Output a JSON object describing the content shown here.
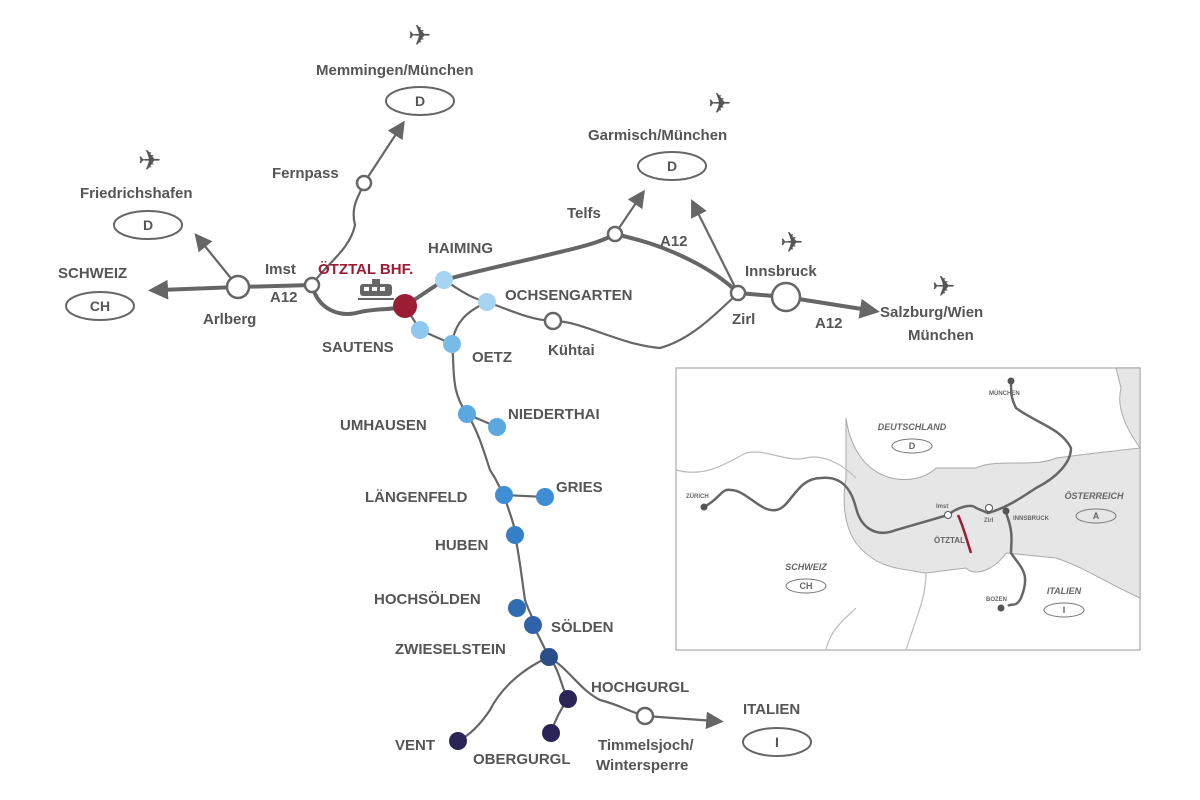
{
  "colors": {
    "accent": "#9b1c35",
    "road": "#666666",
    "light": "#a6d4f2",
    "mid": "#5aa8df",
    "dark": "#2f6db3",
    "deep": "#2b2456"
  },
  "main": {
    "station": "ÖTZTAL BHF.",
    "places": {
      "haiming": "HAIMING",
      "ochsengarten": "OCHSENGARTEN",
      "sautens": "SAUTENS",
      "oetz": "OETZ",
      "umhausen": "UMHAUSEN",
      "niederthai": "NIEDERTHAI",
      "laengenfeld": "LÄNGENFELD",
      "gries": "GRIES",
      "huben": "HUBEN",
      "hochsoelden": "HOCHSÖLDEN",
      "soelden": "SÖLDEN",
      "zwieselstein": "ZWIESELSTEIN",
      "hochgurgl": "HOCHGURGL",
      "vent": "VENT",
      "obergurgl": "OBERGURGL"
    },
    "towns": {
      "imst": "Imst",
      "arlberg": "Arlberg",
      "fernpass": "Fernpass",
      "telfs": "Telfs",
      "kuehtai": "Kühtai",
      "zirl": "Zirl",
      "innsbruck": "Innsbruck",
      "timmelsjoch1": "Timmelsjoch/",
      "timmelsjoch2": "Wintersperre"
    },
    "motorway": "A12",
    "destinations": {
      "memmingen": "Memmingen/München",
      "garmisch": "Garmisch/München",
      "friedrichshafen": "Friedrichshafen",
      "salzburg1": "Salzburg/Wien",
      "salzburg2": "München",
      "schweiz": "SCHWEIZ",
      "italien": "ITALIEN"
    },
    "country_codes": {
      "d": "D",
      "ch": "CH",
      "i": "I"
    },
    "icons": [
      "airplane-icon",
      "train-icon"
    ]
  },
  "inset": {
    "countries": {
      "deutschland": "DEUTSCHLAND",
      "schweiz": "SCHWEIZ",
      "oesterreich": "ÖSTERREICH",
      "italien": "ITALIEN"
    },
    "codes": {
      "d": "D",
      "ch": "CH",
      "a": "A",
      "i": "I"
    },
    "cities": {
      "muenchen": "MÜNCHEN",
      "zuerich": "ZÜRICH",
      "imst": "Imst",
      "zirl": "Zirl",
      "innsbruck": "INNSBRUCK",
      "bozen": "BOZEN",
      "oetztal": "ÖTZTAL"
    }
  }
}
